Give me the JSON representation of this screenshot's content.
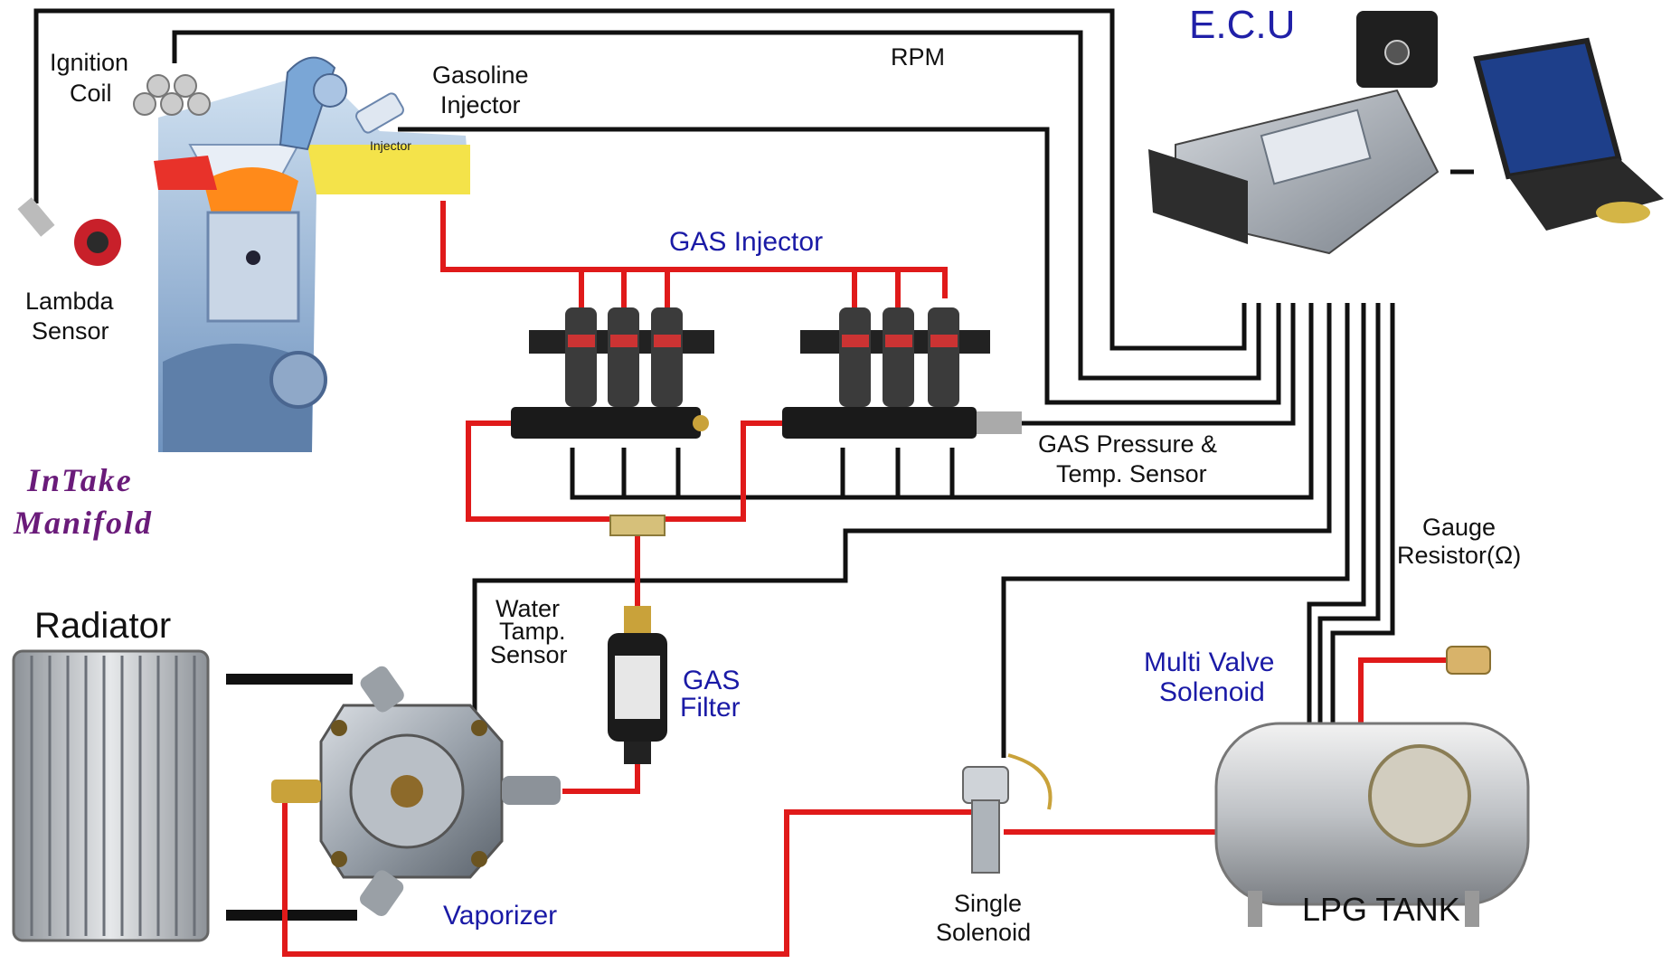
{
  "labels": {
    "ecu": "E.C.U",
    "rpm": "RPM",
    "ignition_coil": [
      "Ignition",
      "Coil"
    ],
    "gasoline_injector": [
      "Gasoline",
      "Injector"
    ],
    "injector_small": "Injector",
    "lambda_sensor": [
      "Lambda",
      "Sensor"
    ],
    "intake_manifold": [
      "InTake",
      "Manifold"
    ],
    "gas_injector": "GAS Injector",
    "gas_pressure_sensor": [
      "GAS Pressure &",
      "Temp. Sensor"
    ],
    "gauge_resistor": [
      "Gauge",
      "Resistor(Ω)"
    ],
    "radiator": "Radiator",
    "water_temp_sensor": [
      "Water",
      "Tamp.",
      "Sensor"
    ],
    "gas_filter": [
      "GAS",
      "Filter"
    ],
    "multi_valve_solenoid": [
      "Multi Valve",
      "Solenoid"
    ],
    "vaporizer": "Vaporizer",
    "single_solenoid": [
      "Single",
      "Solenoid"
    ],
    "lpg_tank": "LPG TANK"
  },
  "colors": {
    "gas_line": "#e01a1a",
    "signal_wire": "#111111",
    "blue_label": "#1a1aa6",
    "purple_label": "#6a1b7a"
  }
}
